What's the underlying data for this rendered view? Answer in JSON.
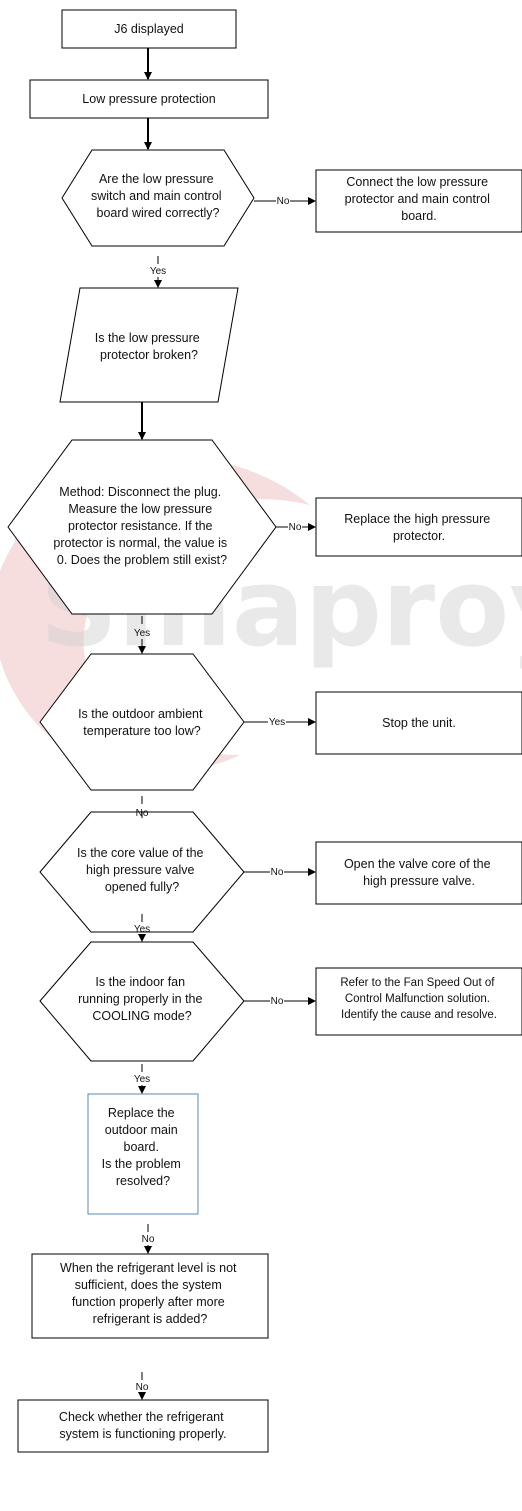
{
  "watermark": {
    "text": "Sinaproye"
  },
  "steps": {
    "start": "J6 displayed",
    "lpp": "Low pressure protection",
    "q_wired": [
      "Are the low pressure",
      "switch and main control",
      "board wired correctly?"
    ],
    "a_connect": [
      "Connect the low pressure",
      "protector and main control",
      "board."
    ],
    "q_broken": [
      "Is the low pressure",
      "protector broken?"
    ],
    "q_method": [
      "Method: Disconnect the plug.",
      "Measure the low pressure",
      "protector resistance. If the",
      "protector is normal, the value is",
      "0. Does the problem still exist?"
    ],
    "a_replace_hp": [
      "Replace the high pressure",
      "protector."
    ],
    "q_ambient": [
      "Is the outdoor ambient",
      "temperature too low?"
    ],
    "a_stop": "Stop the unit.",
    "q_core": [
      "Is the core value of the",
      "high pressure valve",
      "opened fully?"
    ],
    "a_open": [
      "Open the valve core of the",
      "high pressure valve."
    ],
    "q_fan": [
      "Is the indoor fan",
      "running properly in the",
      "COOLING mode?"
    ],
    "a_fan": [
      "Refer to the Fan Speed Out of",
      "Control Malfunction solution.",
      "Identify the cause and resolve."
    ],
    "q_board": [
      "Replace the",
      "outdoor main",
      "board.",
      "Is the problem",
      "resolved?"
    ],
    "q_refrigerant": [
      "When the refrigerant level is not",
      "sufficient, does the system",
      "function properly after more",
      "refrigerant is added?"
    ],
    "a_check": [
      "Check whether the refrigerant",
      "system is functioning properly."
    ]
  },
  "labels": {
    "no": "No",
    "yes": "Yes"
  }
}
